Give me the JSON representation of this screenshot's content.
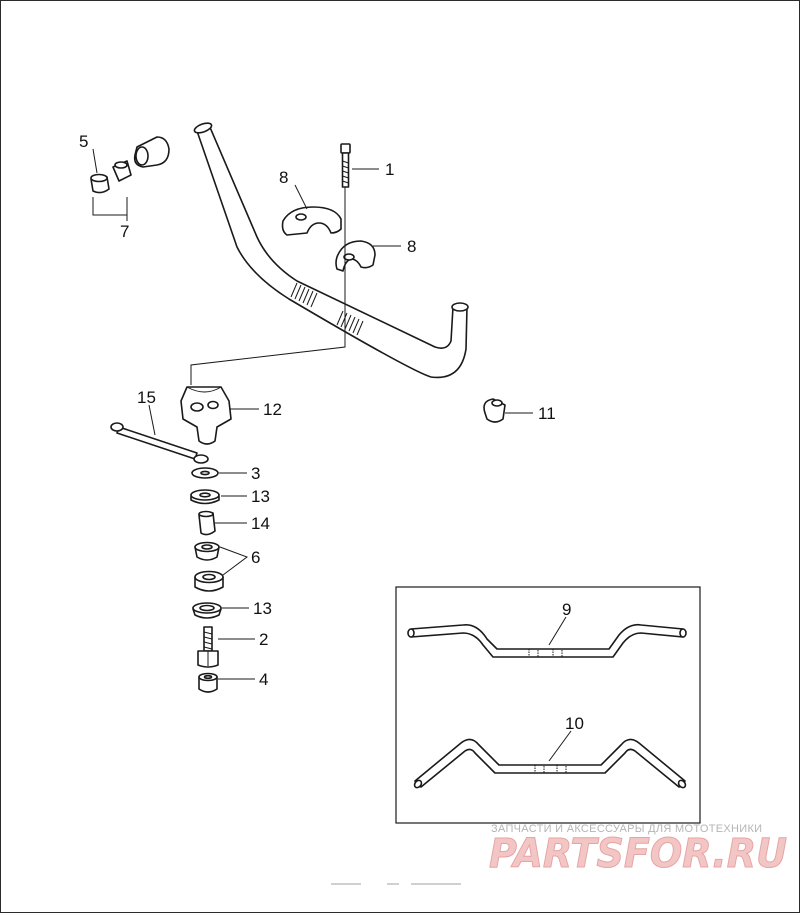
{
  "diagram": {
    "callouts": [
      {
        "id": "c1",
        "label": "1"
      },
      {
        "id": "c2",
        "label": "2"
      },
      {
        "id": "c3",
        "label": "3"
      },
      {
        "id": "c4",
        "label": "4"
      },
      {
        "id": "c5",
        "label": "5"
      },
      {
        "id": "c6",
        "label": "6"
      },
      {
        "id": "c7",
        "label": "7"
      },
      {
        "id": "c8a",
        "label": "8"
      },
      {
        "id": "c8b",
        "label": "8"
      },
      {
        "id": "c9",
        "label": "9"
      },
      {
        "id": "c10",
        "label": "10"
      },
      {
        "id": "c11",
        "label": "11"
      },
      {
        "id": "c12",
        "label": "12"
      },
      {
        "id": "c13a",
        "label": "13"
      },
      {
        "id": "c13b",
        "label": "13"
      },
      {
        "id": "c14",
        "label": "14"
      },
      {
        "id": "c15",
        "label": "15"
      }
    ]
  },
  "watermark": {
    "tagline": "ЗАПЧАСТИ И АКСЕССУАРЫ ДЛЯ МОТОТЕХНИКИ",
    "logo_text": "PARTSFOR.RU"
  },
  "colors": {
    "line": "#1a1a1a",
    "watermark_logo": "#f3c6c6",
    "watermark_text": "#b5b5b5"
  }
}
